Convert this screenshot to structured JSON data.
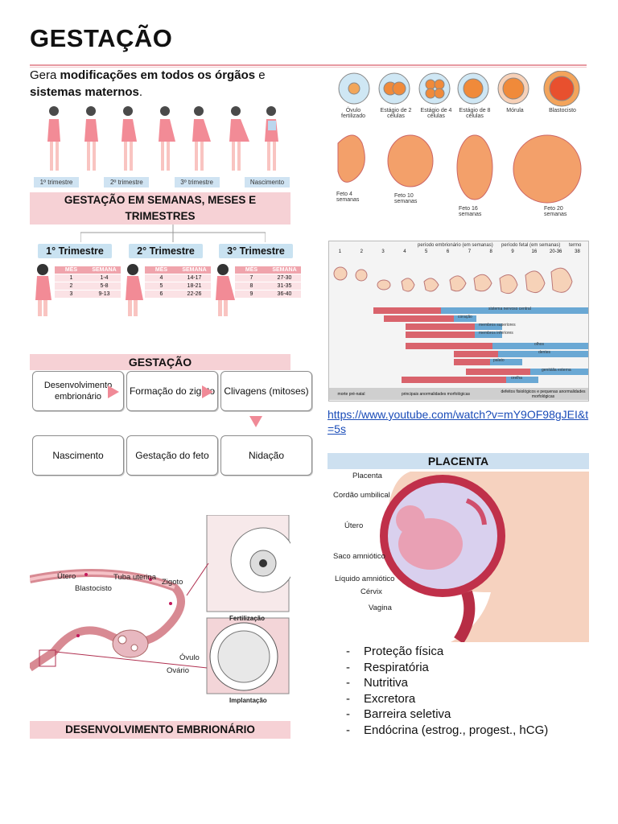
{
  "title": "GESTAÇÃO",
  "intro": {
    "t1": "Gera ",
    "t2": "modificações em todos os órgãos",
    "t3": " e ",
    "t4": "sistemas maternos",
    "t5": "."
  },
  "stages_figure": {
    "labels": [
      "1º trimestre",
      "2º trimestre",
      "3º trimestre",
      "Nascimento"
    ]
  },
  "weeks_section": {
    "header": "GESTAÇÃO EM SEMANAS, MESES E TRIMESTRES",
    "columns": [
      "MÊS",
      "SEMANA"
    ],
    "trimesters": [
      {
        "label": "1° Trimestre",
        "rows": [
          [
            "1",
            "1-4"
          ],
          [
            "2",
            "5-8"
          ],
          [
            "3",
            "9-13"
          ]
        ]
      },
      {
        "label": "2° Trimestre",
        "rows": [
          [
            "4",
            "14-17"
          ],
          [
            "5",
            "18-21"
          ],
          [
            "6",
            "22-26"
          ]
        ]
      },
      {
        "label": "3° Trimestre",
        "rows": [
          [
            "7",
            "27-30"
          ],
          [
            "8",
            "31-35"
          ],
          [
            "9",
            "36-40"
          ]
        ]
      }
    ]
  },
  "flow_section": {
    "header": "GESTAÇÃO",
    "steps": [
      "Desenvolvimento embrionário",
      "Formação do zigoto",
      "Clivagens (mitoses)",
      "Nidação",
      "Gestação do feto",
      "Nascimento"
    ]
  },
  "fertilization_figure": {
    "labels": {
      "utero": "Útero",
      "blastocisto": "Blastocisto",
      "tuba": "Tuba uterina",
      "zigoto": "Zigoto",
      "ovulo": "Óvulo",
      "ovario": "Ovário",
      "fertilizacao": "Fertilização",
      "implantacao": "Implantação"
    }
  },
  "embryo_section": {
    "header": "DESENVOLVIMENTO EMBRIONÁRIO"
  },
  "cell_figure": {
    "labels": [
      "Óvulo fertilizado",
      "Estágio de 2 células",
      "Estágio de 4 células",
      "Estágio de 8 células",
      "Mórula",
      "Blastocisto"
    ],
    "fetus_labels": [
      "Feto 4 semanas",
      "Feto 10 semanas",
      "Feto 16 semanas",
      "Feto 20 semanas"
    ]
  },
  "timeline_figure": {
    "periods": [
      "período embrionário (em semanas)",
      "período fetal (em semanas)",
      "termo"
    ],
    "weeks": [
      "1",
      "2",
      "3",
      "4",
      "5",
      "6",
      "7",
      "8",
      "9",
      "16",
      "20-36",
      "38"
    ],
    "bars": [
      "sistema nervoso central",
      "coração",
      "membros superiores",
      "membros inferiores",
      "olhos",
      "dentes",
      "palato",
      "genitália externa",
      "orelha"
    ],
    "footer": [
      "morte pré-natal",
      "principais anormalidades morfológicas",
      "defeitos fisiológicos e pequenas anormalidades morfológicas"
    ]
  },
  "video_link": "https://www.youtube.com/watch?v=mY9OF98gJEI&t=5s",
  "placenta_section": {
    "header": "PLACENTA",
    "labels": [
      "Placenta",
      "Cordão umbilical",
      "Útero",
      "Saco amniótico",
      "Líquido amniótico",
      "Cérvix",
      "Vagina"
    ],
    "functions": [
      "Proteção física",
      "Respiratória",
      "Nutritiva",
      "Excretora",
      "Barreira seletiva",
      "Endócrina (estrog., progest., hCG)"
    ]
  },
  "colors": {
    "pink": "#f08a97",
    "pink_light": "#f6d1d5",
    "blue_light": "#cde0f0",
    "link": "#1a4cb8"
  }
}
